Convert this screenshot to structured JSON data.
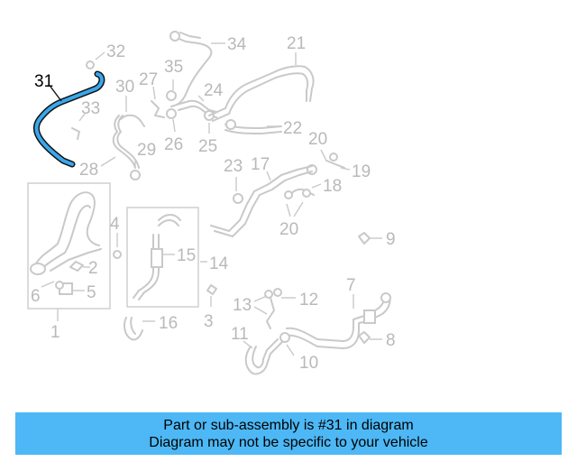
{
  "diagram": {
    "highlight_color": "#3aa7ec",
    "highlighted_part": "31",
    "callouts": [
      "31",
      "32",
      "33",
      "28",
      "29",
      "30",
      "27",
      "35",
      "34",
      "26",
      "25",
      "24",
      "21",
      "22",
      "20",
      "19",
      "18",
      "23",
      "17",
      "20",
      "9",
      "2",
      "5",
      "6",
      "1",
      "4",
      "15",
      "14",
      "16",
      "3",
      "7",
      "8",
      "12",
      "13",
      "11",
      "10"
    ]
  },
  "banner": {
    "color": "#4db8f5",
    "line1": "Part or sub-assembly is #31 in diagram",
    "line2": "Diagram may not be specific to your vehicle"
  }
}
